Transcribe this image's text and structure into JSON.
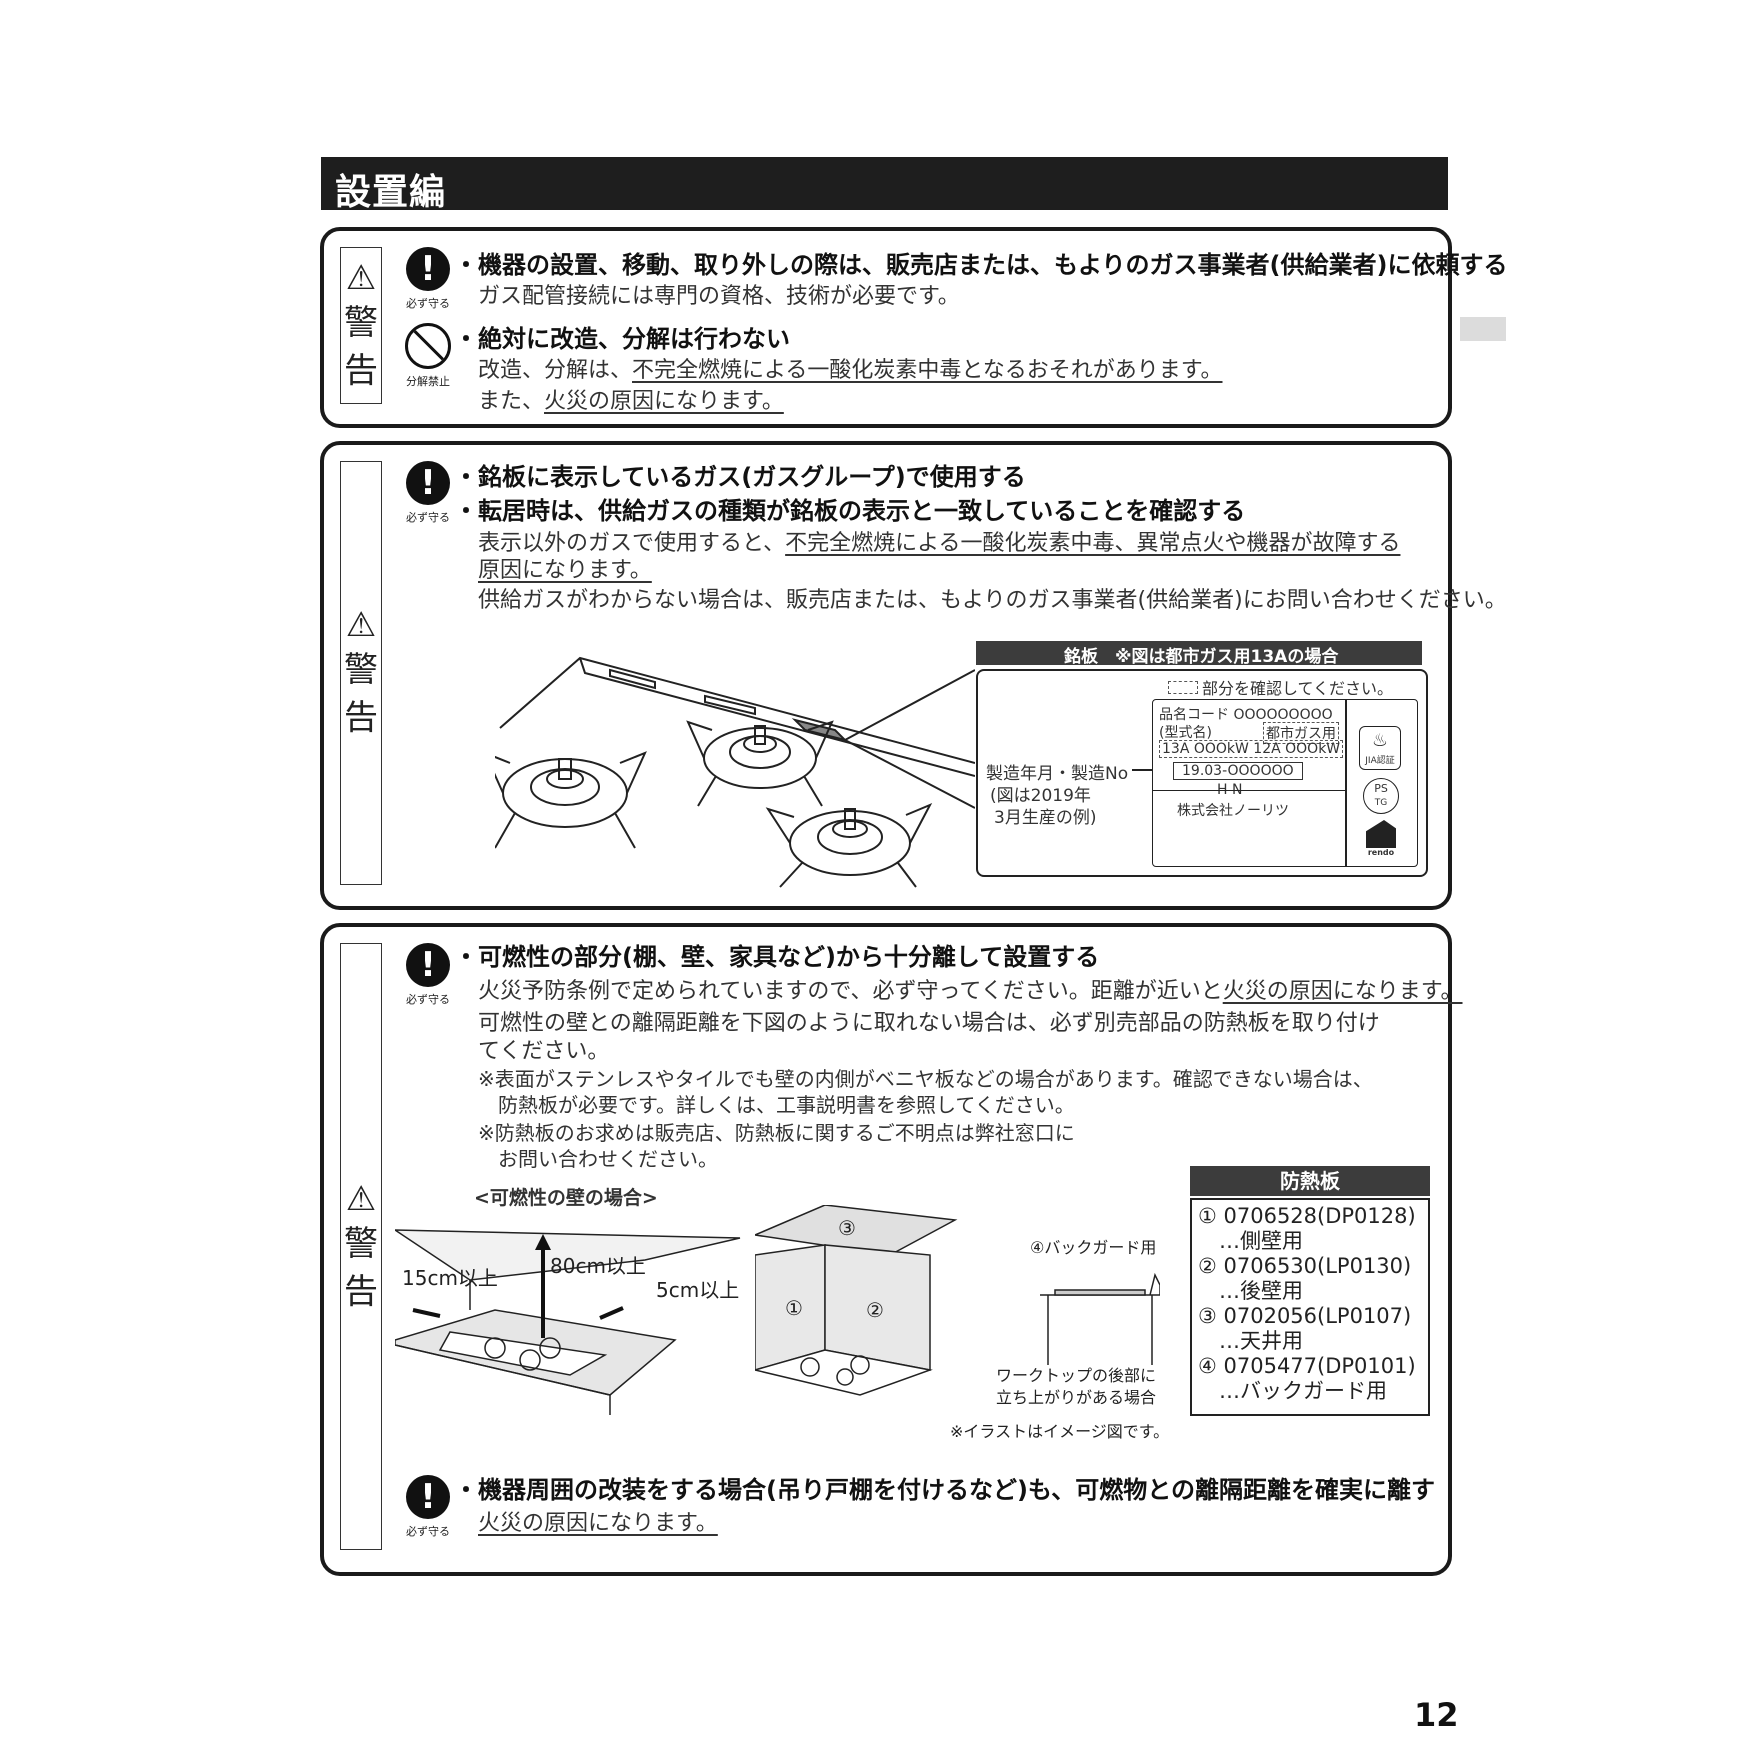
{
  "header": {
    "title": "設置編"
  },
  "warning": {
    "label_1": "警",
    "label_2": "告"
  },
  "icons": {
    "must_label": "必ず守る",
    "no_disassemble_label": "分解禁止"
  },
  "box1": {
    "bullet1": "・機器の設置、移動、取り外しの際は、販売店または、もよりのガス事業者(供給業者)に依頼する",
    "desc1": "ガス配管接続には専門の資格、技術が必要です。",
    "bullet2": "・絶対に改造、分解は行わない",
    "desc2_pre": "改造、分解は、",
    "desc2_u": "不完全燃焼による一酸化炭素中毒となるおそれがあります。",
    "desc3_pre": "また、",
    "desc3_u": "火災の原因になります。"
  },
  "box2": {
    "bullet1": "・銘板に表示しているガス(ガスグループ)で使用する",
    "bullet2": "・転居時は、供給ガスの種類が銘板の表示と一致していることを確認する",
    "desc1_pre": "表示以外のガスで使用すると、",
    "desc1_u": "不完全燃焼による一酸化炭素中毒、異常点火や機器が故障する",
    "desc1b_u": "原因になります。",
    "desc2": "供給ガスがわからない場合は、販売店または、もよりのガス事業者(供給業者)にお問い合わせください。",
    "plate_title": "銘板　※図は都市ガス用13Aの場合",
    "plate_confirm": "部分を確認してください。",
    "plate_code": "品名コード OOOOOOOOO",
    "plate_model": "(型式名)",
    "plate_gas": "都市ガス用",
    "plate_power": "13A OOOkW  12A OOOkW",
    "plate_serial": "19.03-OOOOOO",
    "plate_hn": "H    N",
    "plate_maker": "株式会社ノーリツ",
    "plate_jia": "JIA認証",
    "plate_ps": "PS",
    "plate_tg": "TG",
    "plate_rendo": "rendo",
    "mfg_label_1": "製造年月・製造No",
    "mfg_label_2": "(図は2019年",
    "mfg_label_3": "3月生産の例)"
  },
  "box3": {
    "bullet1": "・可燃性の部分(棚、壁、家具など)から十分離して設置する",
    "desc1_pre": "火災予防条例で定められていますので、必ず守ってください。距離が近いと",
    "desc1_u": "火災の原因になります。",
    "desc2": "可燃性の壁との離隔距離を下図のように取れない場合は、必ず別売部品の防熱板を取り付け",
    "desc2b": "てください。",
    "note1": "※表面がステンレスやタイルでも壁の内側がベニヤ板などの場合があります。確認できない場合は、",
    "note1b": "防熱板が必要です。詳しくは、工事説明書を参照してください。",
    "note2": "※防熱板のお求めは販売店、防熱板に関するご不明点は弊社窓口に",
    "note2b": "お問い合わせください。",
    "wall_caption": "<可燃性の壁の場合>",
    "dim_side": "15cm以上",
    "dim_top": "80cm以上",
    "dim_back": "5cm以上",
    "num1": "①",
    "num2": "②",
    "num3": "③",
    "backguard_label": "④バックガード用",
    "worktop_note_1": "ワークトップの後部に",
    "worktop_note_2": "立ち上がりがある場合",
    "image_note": "※イラストはイメージ図です。",
    "heat_title": "防熱板",
    "heat_items": [
      "① 0706528(DP0128)",
      "　…側壁用",
      "② 0706530(LP0130)",
      "　…後壁用",
      "③ 0702056(LP0107)",
      "　…天井用",
      "④ 0705477(DP0101)",
      "　…バックガード用"
    ],
    "bullet2": "・機器周囲の改装をする場合(吊り戸棚を付けるなど)も、可燃物との離隔距離を確実に離す",
    "desc3_u": "火災の原因になります。"
  },
  "page_number": "12"
}
